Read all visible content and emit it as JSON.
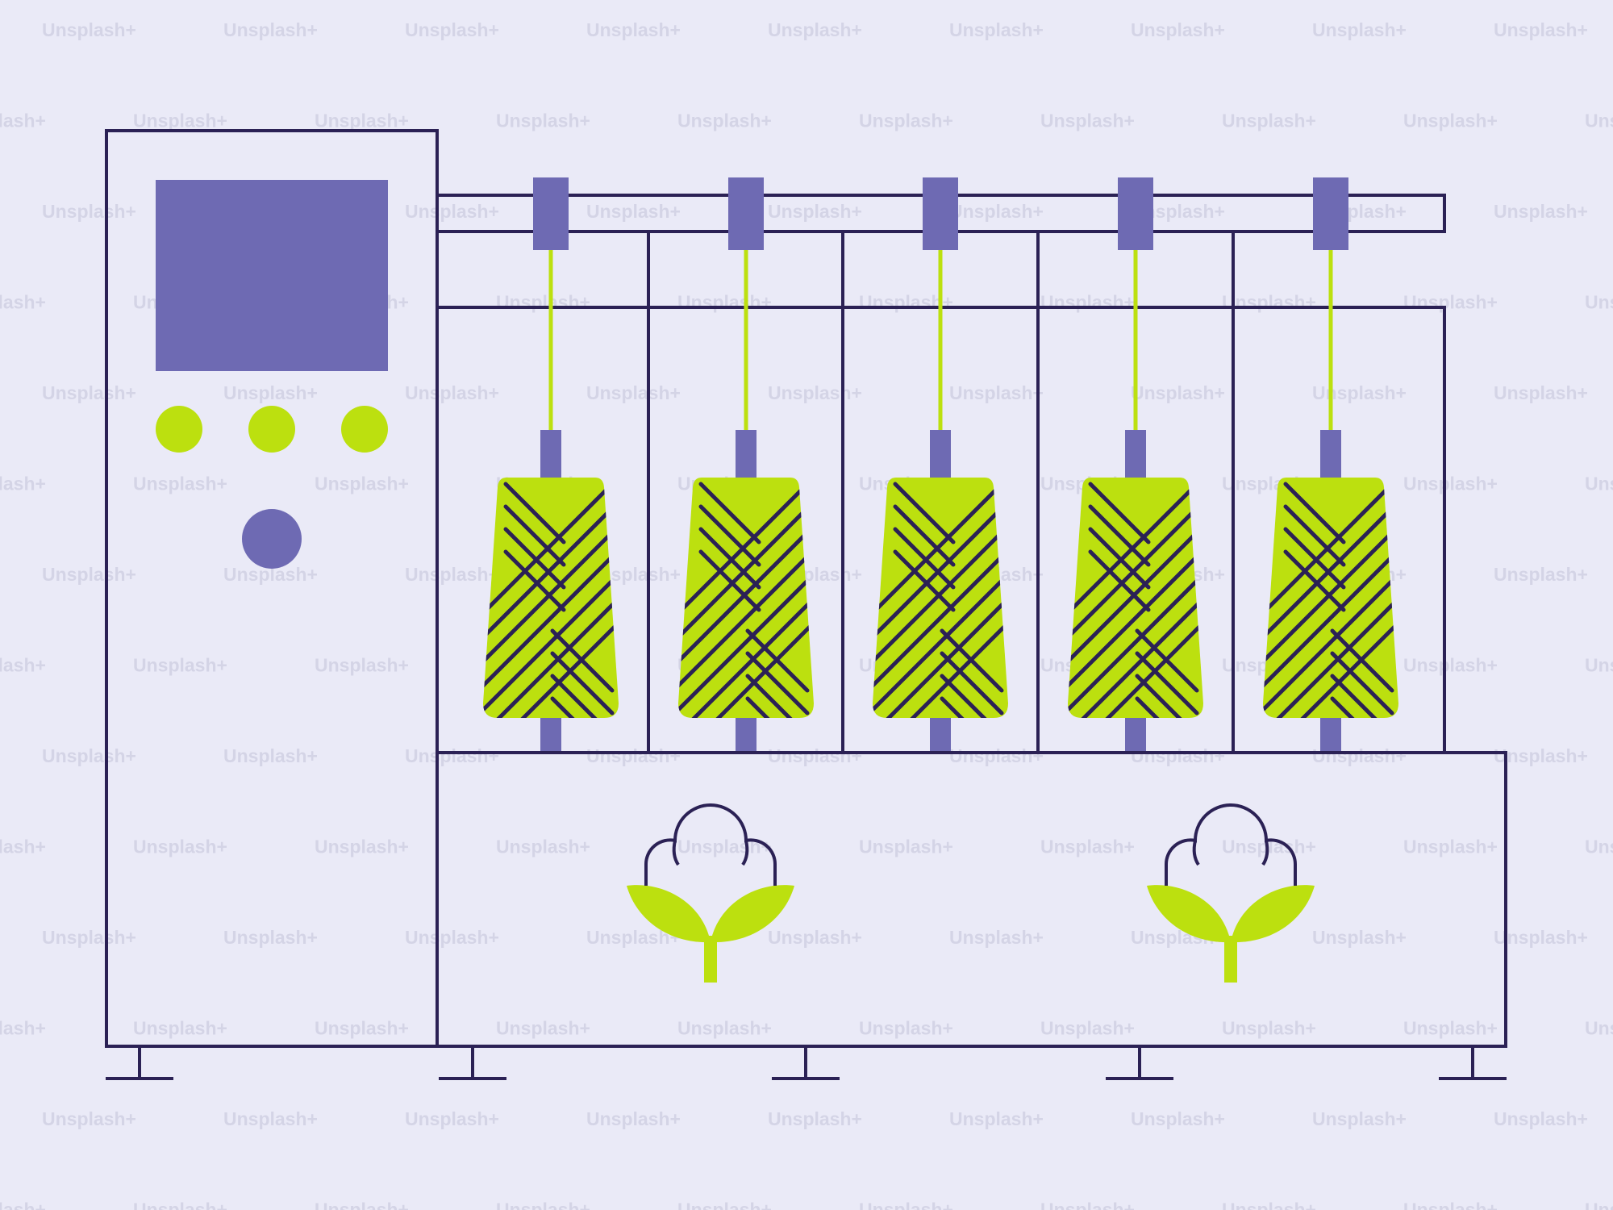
{
  "colors": {
    "background": "#eaeaf7",
    "outline": "#2b2155",
    "accent_purple": "#6e6ab3",
    "accent_green": "#bce00f",
    "watermark": "#d4d4e6"
  },
  "watermark": {
    "text": "Unsplash+"
  },
  "machine": {
    "control_panel": {
      "screen": "display-screen",
      "indicator_lights": [
        "green",
        "green",
        "green"
      ],
      "main_button": "purple"
    },
    "spindles": [
      {
        "name": "spindle-1"
      },
      {
        "name": "spindle-2"
      },
      {
        "name": "spindle-3"
      },
      {
        "name": "spindle-4"
      },
      {
        "name": "spindle-5"
      }
    ],
    "base_icons": [
      "cotton-plant-icon",
      "cotton-plant-icon"
    ],
    "legs": 5
  }
}
